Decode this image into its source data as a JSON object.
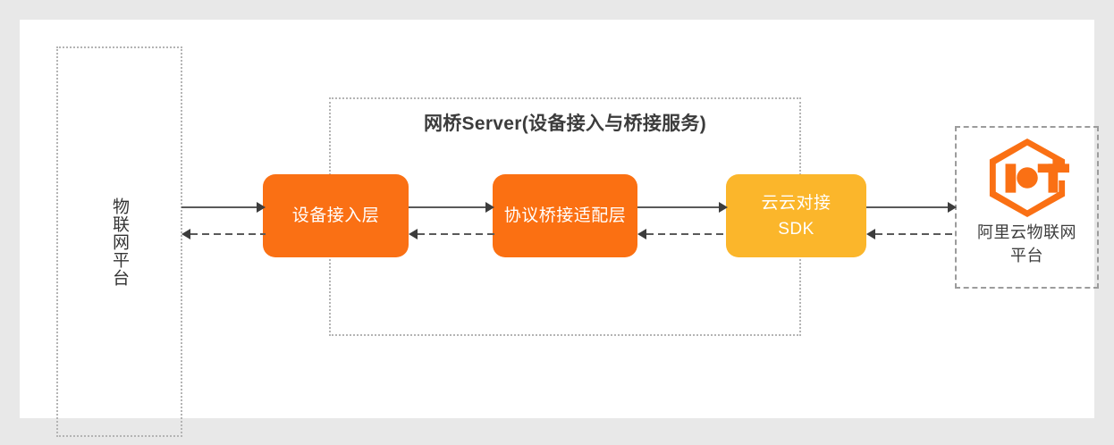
{
  "canvas": {
    "background": "#ffffff",
    "page_background": "#e8e8e8"
  },
  "colors": {
    "orange": "#fa7014",
    "orange_alt": "#fb7012",
    "amber": "#fbb62b",
    "text_dark": "#3c3c3c",
    "border_dotted": "#b4b4b4",
    "border_dashed": "#9c9c9c",
    "arrow": "#5a5a5a"
  },
  "left_platform": {
    "label": "物联网平台",
    "border_style": "dotted"
  },
  "bridge_server": {
    "title": "网桥Server(设备接入与桥接服务)",
    "border_style": "dotted",
    "nodes": [
      {
        "id": "device-access",
        "label": "设备接入层",
        "color": "#fa7014"
      },
      {
        "id": "protocol-adapter",
        "label": "协议桥接适配层",
        "color": "#fb7012"
      },
      {
        "id": "cloud-sdk",
        "label": "云云对接SDK",
        "line1": "云云对接",
        "line2": "SDK",
        "color": "#fbb62b"
      }
    ]
  },
  "aliyun_iot": {
    "logo_icon": "iot-hexagon-logo",
    "label_line1": "阿里云物联网",
    "label_line2": "平台",
    "border_style": "dashed"
  },
  "connectors": [
    {
      "id": "left-out",
      "style": "solid",
      "direction": "right",
      "from": "物联网平台",
      "to": "设备接入层"
    },
    {
      "id": "left-in",
      "style": "dashed",
      "direction": "left",
      "from": "设备接入层",
      "to": "物联网平台"
    },
    {
      "id": "mid1-out",
      "style": "solid",
      "direction": "right",
      "from": "设备接入层",
      "to": "协议桥接适配层"
    },
    {
      "id": "mid1-in",
      "style": "dashed",
      "direction": "left",
      "from": "协议桥接适配层",
      "to": "设备接入层"
    },
    {
      "id": "mid2-out",
      "style": "solid",
      "direction": "right",
      "from": "协议桥接适配层",
      "to": "云云对接SDK"
    },
    {
      "id": "mid2-in",
      "style": "dashed",
      "direction": "left",
      "from": "云云对接SDK",
      "to": "协议桥接适配层"
    },
    {
      "id": "right-out",
      "style": "solid",
      "direction": "right",
      "from": "云云对接SDK",
      "to": "阿里云物联网平台"
    },
    {
      "id": "right-in",
      "style": "dashed",
      "direction": "left",
      "from": "阿里云物联网平台",
      "to": "云云对接SDK"
    }
  ]
}
